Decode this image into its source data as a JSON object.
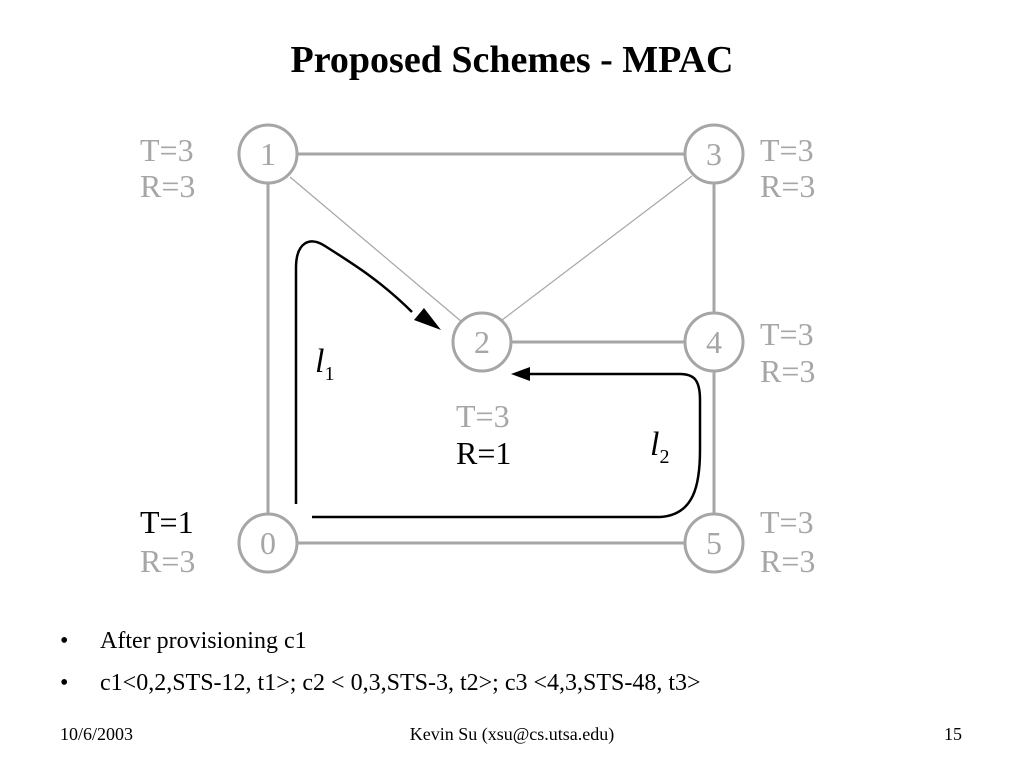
{
  "title": "Proposed Schemes - MPAC",
  "nodes": [
    {
      "id": "0",
      "t": "T=1",
      "r": "R=3",
      "t_color": "#000000",
      "r_color": "#a6a6a6"
    },
    {
      "id": "1",
      "t": "T=3",
      "r": "R=3",
      "t_color": "#a6a6a6",
      "r_color": "#a6a6a6"
    },
    {
      "id": "2",
      "t": "T=3",
      "r": "R=1",
      "t_color": "#a6a6a6",
      "r_color": "#000000"
    },
    {
      "id": "3",
      "t": "T=3",
      "r": "R=3",
      "t_color": "#a6a6a6",
      "r_color": "#a6a6a6"
    },
    {
      "id": "4",
      "t": "T=3",
      "r": "R=3",
      "t_color": "#a6a6a6",
      "r_color": "#a6a6a6"
    },
    {
      "id": "5",
      "t": "T=3",
      "r": "R=3",
      "t_color": "#a6a6a6",
      "r_color": "#a6a6a6"
    }
  ],
  "edges": [
    {
      "from": "0",
      "to": "1",
      "style": "thick"
    },
    {
      "from": "1",
      "to": "3",
      "style": "thick"
    },
    {
      "from": "3",
      "to": "4",
      "style": "thick"
    },
    {
      "from": "4",
      "to": "5",
      "style": "thick"
    },
    {
      "from": "0",
      "to": "5",
      "style": "thick"
    },
    {
      "from": "2",
      "to": "4",
      "style": "thick"
    },
    {
      "from": "1",
      "to": "2",
      "style": "thin"
    },
    {
      "from": "2",
      "to": "3",
      "style": "thin"
    }
  ],
  "paths": [
    {
      "label": "l",
      "sub": "1",
      "route": "0 → 2"
    },
    {
      "label": "l",
      "sub": "2",
      "route": "0 → 2"
    }
  ],
  "bullets": [
    "After provisioning c1",
    "c1<0,2,STS-12, t1>; c2 < 0,3,STS-3, t2>; c3 <4,3,STS-48, t3>"
  ],
  "footer": {
    "date": "10/6/2003",
    "author": "Kevin Su (xsu@cs.utsa.edu)",
    "page": "15"
  },
  "colors": {
    "grey": "#a6a6a6",
    "black": "#000000"
  },
  "bullet_symbol": "•"
}
